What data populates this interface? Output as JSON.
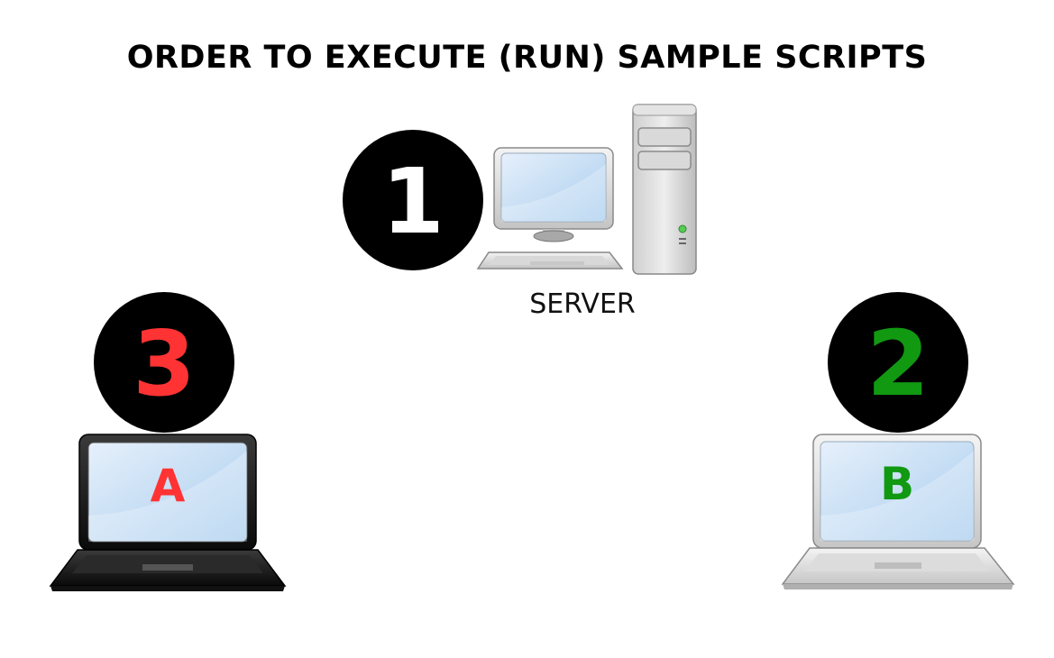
{
  "title": "ORDER TO EXECUTE (RUN) SAMPLE SCRIPTS",
  "server": {
    "step": "1",
    "label": "SERVER",
    "step_color": "#ffffff"
  },
  "client_b": {
    "step": "2",
    "letter": "B",
    "color": "#119911",
    "laptop_color": "silver"
  },
  "client_a": {
    "step": "3",
    "letter": "A",
    "color": "#ff3333",
    "laptop_color": "black"
  },
  "icons": [
    "desktop-monitor-icon",
    "tower-server-icon",
    "keyboard-icon",
    "laptop-icon"
  ]
}
